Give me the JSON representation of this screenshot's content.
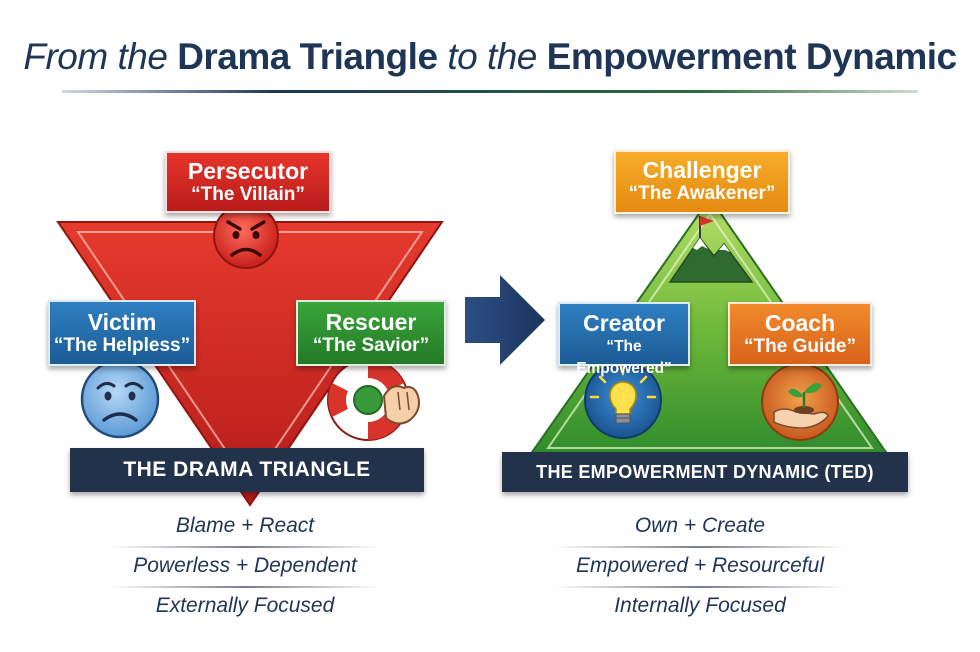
{
  "title": {
    "part1": "From the",
    "part2": "Drama Triangle",
    "part3": "to the",
    "part4": "Empowerment Dynamic"
  },
  "drama_triangle": {
    "persecutor": {
      "role": "Persecutor",
      "nickname": "“The Villain”",
      "icon": "angry-face-icon",
      "color": "#d42a24"
    },
    "victim": {
      "role": "Victim",
      "nickname": "“The Helpless”",
      "icon": "sad-face-icon",
      "color": "#2a74b3"
    },
    "rescuer": {
      "role": "Rescuer",
      "nickname": "“The Savior”",
      "icon": "life-ring-hand-icon",
      "color": "#2f8f30"
    },
    "banner": "THE DRAMA TRIANGLE",
    "traits": [
      "Blame + React",
      "Powerless + Dependent",
      "Externally Focused"
    ]
  },
  "arrow_icon": "right-arrow-icon",
  "empowerment_dynamic": {
    "challenger": {
      "role": "Challenger",
      "nickname": "“The Awakener”",
      "icon": "mountain-flag-icon",
      "color": "#f29d1f"
    },
    "creator": {
      "role": "Creator",
      "nickname": "“The Empowered”",
      "icon": "lightbulb-icon",
      "color": "#2a74b3"
    },
    "coach": {
      "role": "Coach",
      "nickname": "“The Guide”",
      "icon": "hand-sprout-icon",
      "color": "#e8752a"
    },
    "banner": "THE EMPOWERMENT DYNAMIC (TED)",
    "traits": [
      "Own + Create",
      "Empowered + Resourceful",
      "Internally Focused"
    ]
  }
}
